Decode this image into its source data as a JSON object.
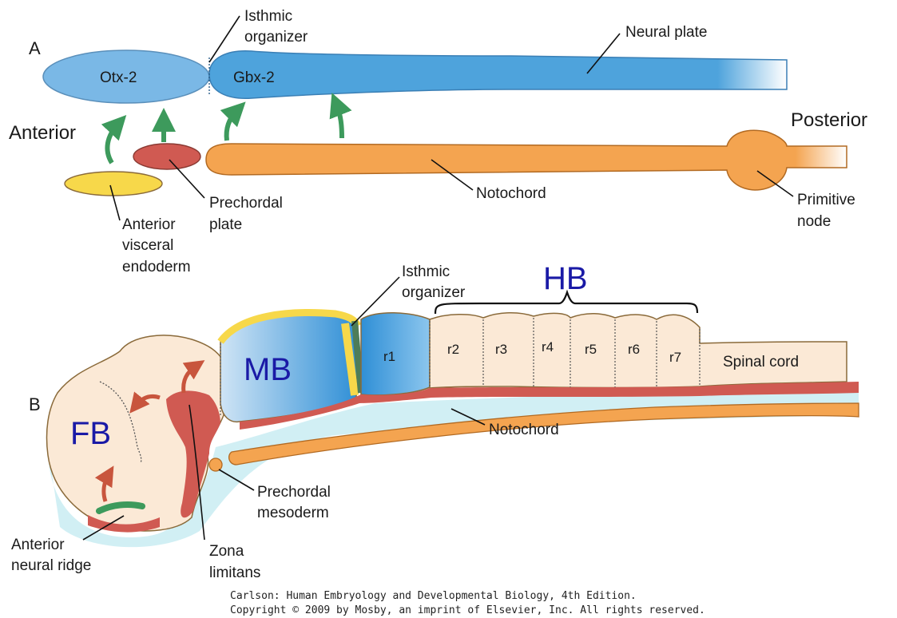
{
  "panel_a": {
    "label": "A",
    "isthmic_organizer": [
      "Isthmic",
      "organizer"
    ],
    "neural_plate": "Neural plate",
    "otx2": "Otx-2",
    "gbx2": "Gbx-2",
    "anterior": "Anterior",
    "posterior": "Posterior",
    "notochord": "Notochord",
    "prechordal_plate": [
      "Prechordal",
      "plate"
    ],
    "anterior_visceral_endoderm": [
      "Anterior",
      "visceral",
      "endoderm"
    ],
    "primitive_node": [
      "Primitive",
      "node"
    ]
  },
  "panel_b": {
    "label": "B",
    "isthmic_organizer": [
      "Isthmic",
      "organizer"
    ],
    "hb": "HB",
    "mb": "MB",
    "fb": "FB",
    "rhombomeres": [
      "r1",
      "r2",
      "r3",
      "r4",
      "r5",
      "r6",
      "r7"
    ],
    "spinal_cord": "Spinal cord",
    "notochord": "Notochord",
    "prechordal_mesoderm": [
      "Prechordal",
      "mesoderm"
    ],
    "anterior_neural_ridge": [
      "Anterior",
      "neural ridge"
    ],
    "zona_limitans": [
      "Zona",
      "limitans"
    ]
  },
  "credit": [
    "Carlson: Human Embryology and Developmental Biology, 4th Edition.",
    "Copyright © 2009 by Mosby, an imprint of Elsevier, Inc. All rights reserved."
  ],
  "colors": {
    "otx2_blue": "#7ab8e6",
    "gbx2_blue": "#4ea3dc",
    "notochord_orange": "#f4a450",
    "prechordal_red": "#d05a52",
    "endoderm_yellow": "#f7d84a",
    "arrow_green": "#3d9a5c",
    "arrow_red": "#c8553d",
    "tissue_cream": "#fbe9d6",
    "label_blue": "#1a1aa6"
  }
}
